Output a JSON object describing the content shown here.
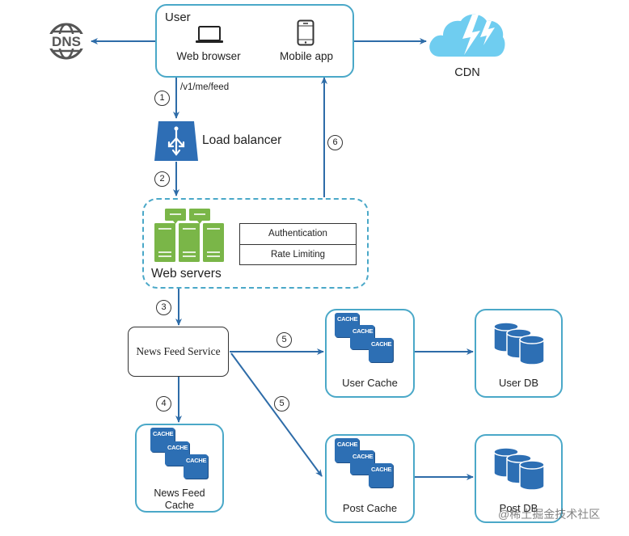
{
  "diagram": {
    "title": "News feed retrieval design",
    "colors": {
      "arrow": "#2e6ca8",
      "box_border": "#4aa8c8",
      "load_balancer": "#2e6eb5",
      "web_server": "#7ab648",
      "cache_tile": "#2d6fb4",
      "database": "#2d6fb4",
      "cdn_cloud": "#6fcdf0",
      "dns": "#555555"
    },
    "nodes": {
      "user": {
        "title": "User",
        "clients": [
          {
            "label": "Web browser",
            "icon": "laptop-icon"
          },
          {
            "label": "Mobile app",
            "icon": "tablet-icon"
          }
        ]
      },
      "dns": {
        "label": "DNS",
        "icon": "globe-icon"
      },
      "cdn": {
        "label": "CDN",
        "icon": "cloud-lightning-icon"
      },
      "load_balancer": {
        "label": "Load balancer",
        "icon": "load-balancer-icon"
      },
      "web_servers": {
        "label": "Web servers",
        "icon": "server-rack-icon",
        "middleware": [
          "Authentication",
          "Rate Limiting"
        ]
      },
      "news_feed_service": {
        "label": "News Feed Service"
      },
      "news_feed_cache": {
        "label_line1": "News Feed",
        "label_line2": "Cache",
        "tile_text": "CACHE"
      },
      "user_cache": {
        "label": "User Cache",
        "tile_text": "CACHE"
      },
      "post_cache": {
        "label": "Post Cache",
        "tile_text": "CACHE"
      },
      "user_db": {
        "label": "User DB",
        "icon": "database-icon"
      },
      "post_db": {
        "label": "Post DB",
        "icon": "database-icon"
      }
    },
    "edges": [
      {
        "from": "user",
        "to": "dns",
        "step": ""
      },
      {
        "from": "user",
        "to": "cdn",
        "step": ""
      },
      {
        "from": "user",
        "to": "load_balancer",
        "step": "1",
        "label": "/v1/me/feed"
      },
      {
        "from": "load_balancer",
        "to": "web_servers",
        "step": "2"
      },
      {
        "from": "web_servers",
        "to": "news_feed_service",
        "step": "3"
      },
      {
        "from": "news_feed_service",
        "to": "news_feed_cache",
        "step": "4"
      },
      {
        "from": "news_feed_service",
        "to": "user_cache",
        "step": "5"
      },
      {
        "from": "news_feed_service",
        "to": "post_cache",
        "step": "5"
      },
      {
        "from": "user_cache",
        "to": "user_db",
        "step": ""
      },
      {
        "from": "post_cache",
        "to": "post_db",
        "step": ""
      },
      {
        "from": "web_servers",
        "to": "user",
        "step": "6"
      }
    ],
    "step_markers": {
      "s1": "1",
      "s2": "2",
      "s3": "3",
      "s4": "4",
      "s5a": "5",
      "s5b": "5",
      "s6": "6"
    },
    "endpoint_label": "/v1/me/feed"
  },
  "watermark": "@稀土掘金技术社区"
}
